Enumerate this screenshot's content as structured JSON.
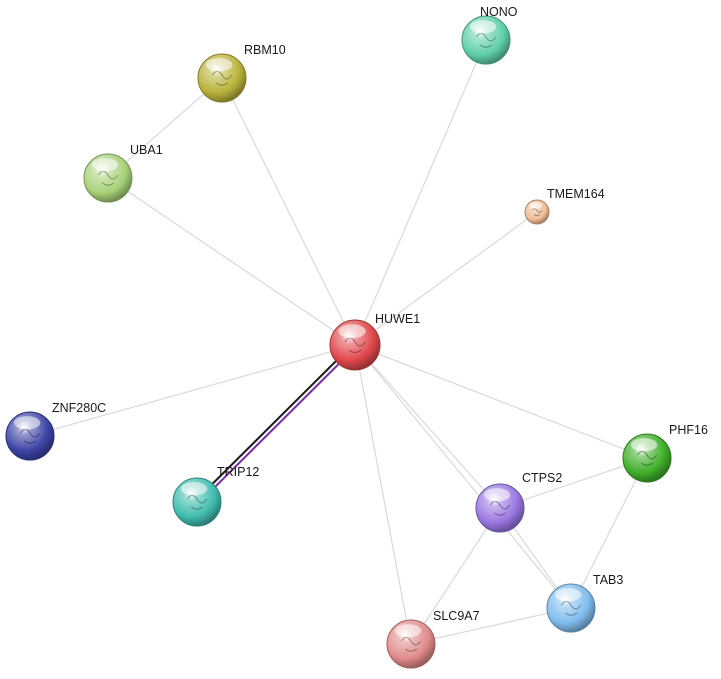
{
  "diagram": {
    "type": "protein-interaction-network",
    "nodes": [
      {
        "id": "HUWE1",
        "label": "HUWE1",
        "color": "#e0474c"
      },
      {
        "id": "RBM10",
        "label": "RBM10",
        "color": "#b8b23a"
      },
      {
        "id": "NONO",
        "label": "NONO",
        "color": "#5fd0a8"
      },
      {
        "id": "UBA1",
        "label": "UBA1",
        "color": "#a8d178"
      },
      {
        "id": "TMEM164",
        "label": "TMEM164",
        "color": "#eebc94"
      },
      {
        "id": "ZNF280C",
        "label": "ZNF280C",
        "color": "#3c44a6"
      },
      {
        "id": "TRIP12",
        "label": "TRIP12",
        "color": "#3fbcae"
      },
      {
        "id": "PHF16",
        "label": "PHF16",
        "color": "#3fae2a"
      },
      {
        "id": "CTPS2",
        "label": "CTPS2",
        "color": "#9876e0"
      },
      {
        "id": "TAB3",
        "label": "TAB3",
        "color": "#7fbcec"
      },
      {
        "id": "SLC9A7",
        "label": "SLC9A7",
        "color": "#e08a8a"
      }
    ],
    "edges": [
      {
        "source": "RBM10",
        "target": "UBA1",
        "kind": "plain"
      },
      {
        "source": "RBM10",
        "target": "HUWE1",
        "kind": "plain"
      },
      {
        "source": "NONO",
        "target": "HUWE1",
        "kind": "plain"
      },
      {
        "source": "UBA1",
        "target": "HUWE1",
        "kind": "plain"
      },
      {
        "source": "TMEM164",
        "target": "HUWE1",
        "kind": "plain"
      },
      {
        "source": "ZNF280C",
        "target": "HUWE1",
        "kind": "plain"
      },
      {
        "source": "HUWE1",
        "target": "PHF16",
        "kind": "plain"
      },
      {
        "source": "HUWE1",
        "target": "CTPS2",
        "kind": "plain"
      },
      {
        "source": "HUWE1",
        "target": "TAB3",
        "kind": "plain"
      },
      {
        "source": "HUWE1",
        "target": "SLC9A7",
        "kind": "plain"
      },
      {
        "source": "CTPS2",
        "target": "PHF16",
        "kind": "plain"
      },
      {
        "source": "CTPS2",
        "target": "TAB3",
        "kind": "plain"
      },
      {
        "source": "CTPS2",
        "target": "SLC9A7",
        "kind": "plain"
      },
      {
        "source": "PHF16",
        "target": "TAB3",
        "kind": "plain"
      },
      {
        "source": "TAB3",
        "target": "SLC9A7",
        "kind": "plain"
      },
      {
        "source": "TRIP12",
        "target": "HUWE1",
        "kind": "directed",
        "colors": [
          "#1a1a1a",
          "#7a2aa8"
        ]
      }
    ]
  }
}
